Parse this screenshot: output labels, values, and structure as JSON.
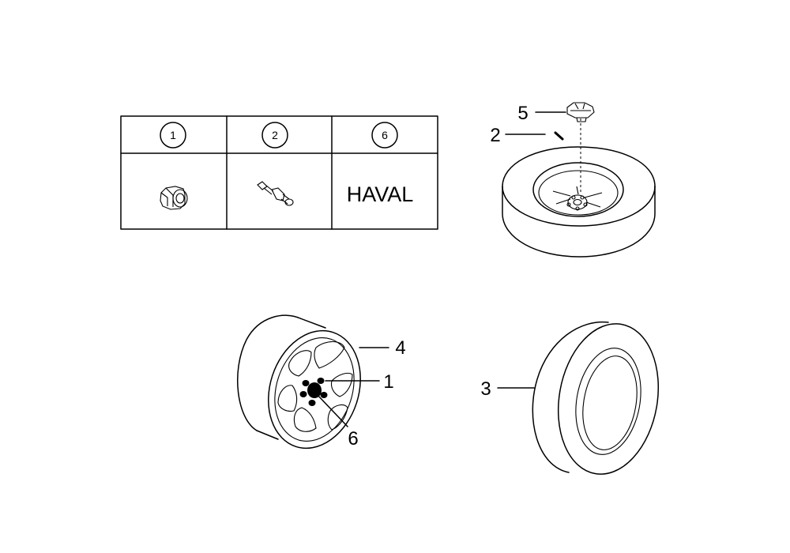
{
  "table": {
    "headers": [
      "1",
      "2",
      "6"
    ],
    "cell_text": "HAVAL"
  },
  "callouts": {
    "hub_cap": "5",
    "valve_top": "2",
    "rim": "4",
    "lug_nut": "1",
    "emblem": "6",
    "tire": "3"
  }
}
